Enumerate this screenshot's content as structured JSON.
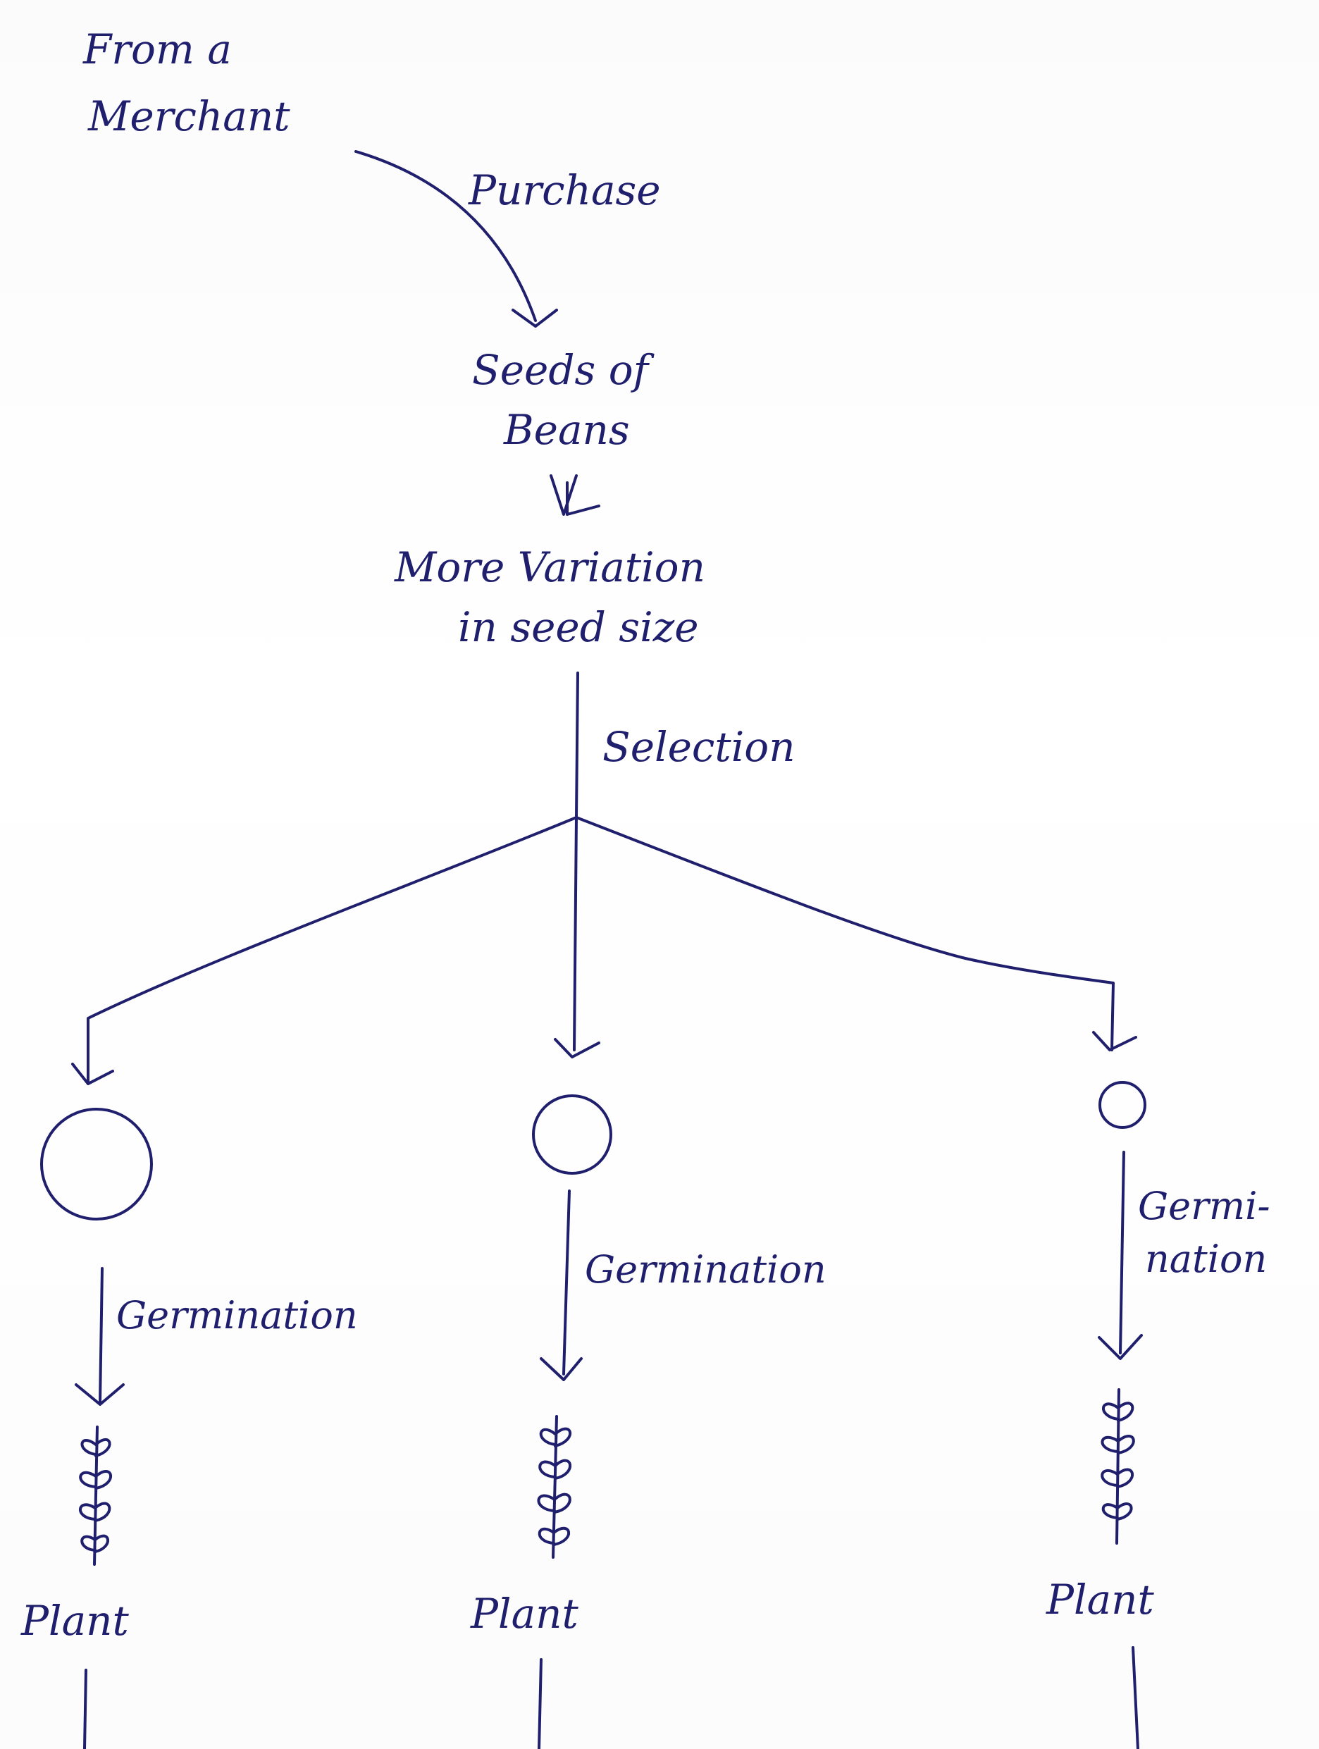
{
  "nodes": {
    "merchant": {
      "line1": "From a",
      "line2": "Merchant"
    },
    "seeds": {
      "line1": "Seeds of",
      "line2": "Beans"
    },
    "variation": {
      "line1": "More Variation",
      "line2": "in seed size"
    }
  },
  "edges": {
    "purchase": "Purchase",
    "selection": "Selection",
    "germination_left": "Germination",
    "germination_middle": "Germination",
    "germination_right_line1": "Germi-",
    "germination_right_line2": "nation"
  },
  "plants": {
    "left": "Plant",
    "middle": "Plant",
    "right": "Plant"
  },
  "icons": {
    "seed": "circle-seed-icon",
    "plant": "sprout-icon",
    "arrow": "arrow-down-icon",
    "double_arrow": "double-arrow-down-icon"
  },
  "colors": {
    "ink": "#1f1f6e",
    "paper": "#ffffff"
  }
}
